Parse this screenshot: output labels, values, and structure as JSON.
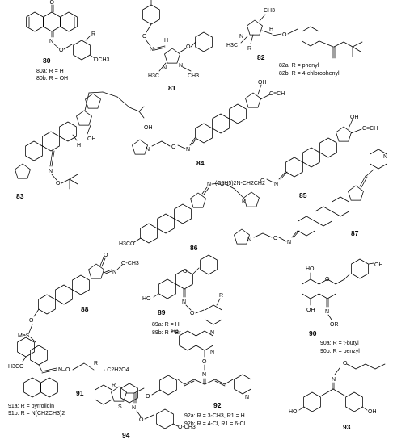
{
  "compounds": {
    "c80": {
      "number": "80",
      "label_a": "80a: R = H",
      "label_b": "80b: R = OH",
      "atom_o1": "O",
      "atom_o2": "O",
      "atom_n": "N",
      "atom_r": "R",
      "atom_ome": "OCH3"
    },
    "c81": {
      "number": "81",
      "atom_h": "H",
      "atom_n": "N",
      "atom_o": "O",
      "atom_o2": "O",
      "atom_n2": "N",
      "atom_n3": "N",
      "atom_h3c": "H3C",
      "atom_ch3": "CH3"
    },
    "c82": {
      "number": "82",
      "label_a": "82a: R = phenyl",
      "label_b": "82b: R = 4-chlorophenyl",
      "atom_h3c": "H3C",
      "atom_ch3": "CH3",
      "atom_r": "R",
      "atom_h": "H",
      "atom_n": "N",
      "atom_o": "O"
    },
    "c83": {
      "number": "83",
      "atom_oh": "OH",
      "atom_oh2": "OH",
      "atom_h": "H",
      "atom_n": "N",
      "atom_o": "O"
    },
    "c84": {
      "number": "84",
      "atom_oh": "OH",
      "atom_alkyne": "C≡CH",
      "atom_n": "N",
      "atom_o": "O",
      "atom_n2": "N"
    },
    "c85": {
      "number": "85",
      "atom_oh": "OH",
      "atom_alkyne": "C≡CH",
      "atom_amine": "(C2H5)2N-CH2CH2",
      "atom_o": "O",
      "atom_n": "N"
    },
    "c86": {
      "number": "86",
      "atom_n": "N",
      "atom_o": "O",
      "atom_n2": "N",
      "atom_ome": "H3CO"
    },
    "c87": {
      "number": "87",
      "atom_n": "N",
      "atom_o": "O",
      "atom_n2": "N",
      "atom_npy": "N"
    },
    "c88": {
      "number": "88",
      "atom_o": "O",
      "atom_n": "N",
      "atom_ome": "O-CH3",
      "atom_o2": "O",
      "atom_ome2": "H3CO"
    },
    "c89": {
      "number": "89",
      "label_a": "89a: R = H",
      "label_b": "89b: R = Br",
      "atom_ho": "HO",
      "atom_o": "O",
      "atom_n": "N",
      "atom_o2": "O",
      "atom_r": "R"
    },
    "c90": {
      "number": "90",
      "label_a": "90a: R = t-butyl",
      "label_b": "90b: R = benzyl",
      "atom_ho": "HO",
      "atom_oh": "OH",
      "atom_oh2": "OH",
      "atom_o": "O",
      "atom_n": "N",
      "atom_or": "OR"
    },
    "c91": {
      "number": "91",
      "label_a": "91a: R = pyrrolidin",
      "label_b": "91b: R = N(CH2CH3)2",
      "atom_sme": "MeS",
      "atom_chain": "N–O",
      "atom_r": "R",
      "atom_salt": "· C2H2O4"
    },
    "c92": {
      "number": "92",
      "label_a": "92a: R = 3-CH3, R1 = H",
      "label_b": "92b: R = 4-Cl, R1 = 6-Cl",
      "atom_r1": "R1",
      "atom_n": "N",
      "atom_n2": "N",
      "atom_o": "O",
      "atom_n3": "N",
      "atom_r": "R",
      "atom_o2": "O",
      "atom_npy": "N"
    },
    "c93": {
      "number": "93",
      "atom_o": "O",
      "atom_n": "N",
      "atom_ho": "HO",
      "atom_oh": "OH"
    },
    "c94": {
      "number": "94",
      "atom_s": "S",
      "atom_n": "N",
      "atom_o": "O",
      "atom_ome": "O-CH3"
    }
  }
}
